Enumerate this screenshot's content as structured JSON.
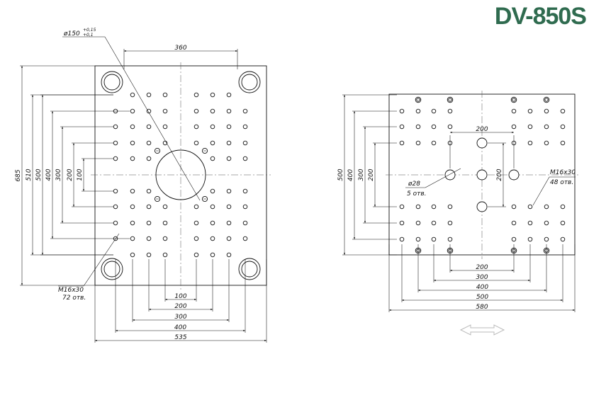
{
  "title": "DV-850S",
  "colors": {
    "title": "#2f6b4f",
    "line": "#111111",
    "arrow": "#bbbbbb"
  },
  "fixed_platen": {
    "dims_horizontal": {
      "top": "360",
      "bottom": [
        "100",
        "200",
        "300",
        "400",
        "535"
      ]
    },
    "dims_vertical": [
      "685",
      "510",
      "500",
      "400",
      "300",
      "200",
      "100"
    ],
    "bore_label": "ø150",
    "bore_tol_upper": "+0,15",
    "bore_tol_lower": "+0,1",
    "thread_label": "M16x30",
    "thread_count": "72 отв."
  },
  "moving_platen": {
    "dims_horizontal": [
      "200",
      "300",
      "400",
      "500",
      "580"
    ],
    "dims_vertical": [
      "500",
      "400",
      "300",
      "200"
    ],
    "inner_h_label": "200",
    "inner_v_label": "200",
    "ejector_label": "ø28",
    "ejector_count": "5 отв.",
    "thread_label": "M16x30",
    "thread_count": "48 отв."
  },
  "icons": [
    "double-arrow-icon"
  ]
}
